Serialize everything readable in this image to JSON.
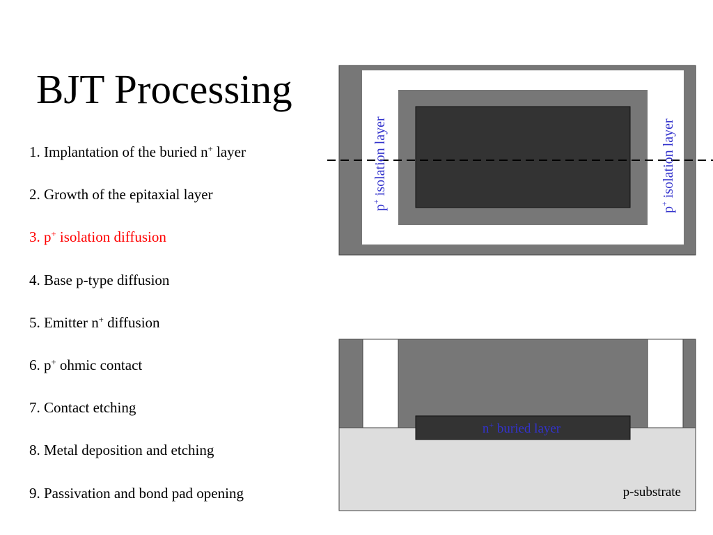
{
  "title": "BJT Processing",
  "steps": [
    {
      "before": "1. Implantation of the buried n",
      "sup": "+",
      "after": " layer",
      "highlight": false
    },
    {
      "before": "2. Growth of the epitaxial layer",
      "sup": "",
      "after": "",
      "highlight": false
    },
    {
      "before": "3. p",
      "sup": "+",
      "after": " isolation diffusion",
      "highlight": true
    },
    {
      "before": "4. Base p-type diffusion",
      "sup": "",
      "after": "",
      "highlight": false
    },
    {
      "before": "5. Emitter n",
      "sup": "+",
      "after": " diffusion",
      "highlight": false
    },
    {
      "before": "6. p",
      "sup": "+",
      "after": " ohmic contact",
      "highlight": false
    },
    {
      "before": "7. Contact etching",
      "sup": "",
      "after": "",
      "highlight": false
    },
    {
      "before": "8. Metal deposition and etching",
      "sup": "",
      "after": "",
      "highlight": false
    },
    {
      "before": "9. Passivation and bond pad opening",
      "sup": "",
      "after": "",
      "highlight": false
    }
  ],
  "diagram": {
    "top_view": {
      "left_label": {
        "before": "p",
        "sup": "+",
        "after": " isolation layer"
      },
      "right_label": {
        "before": "p",
        "sup": "+",
        "after": " isolation layer"
      }
    },
    "cross_section": {
      "buried_label": {
        "before": "n",
        "sup": "+",
        "after": " buried layer"
      },
      "substrate_label": "p-substrate"
    }
  },
  "colors": {
    "text": "#000000",
    "highlight": "#ff0000",
    "label_blue": "#3333cc",
    "outer_gray": "#777777",
    "epi_gray": "#777777",
    "buried_dark": "#333333",
    "isolation_white": "#ffffff",
    "substrate_light": "#dddddd",
    "border": "#444444"
  }
}
